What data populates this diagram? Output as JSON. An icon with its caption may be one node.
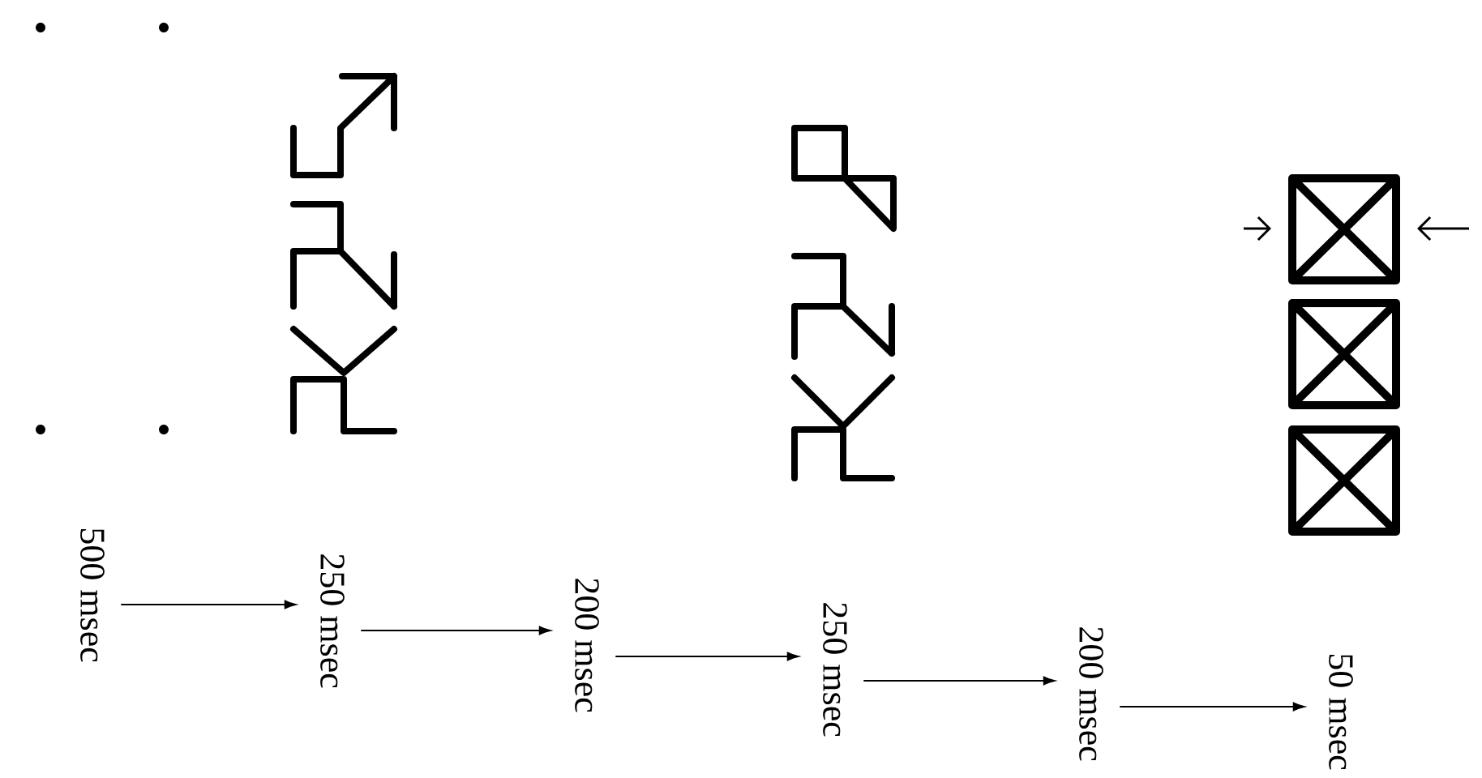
{
  "diagram": {
    "nodes": [
      {
        "text": [
          "500 msec"
        ]
      },
      {
        "text": [
          "250 msec"
        ]
      },
      {
        "text": [
          "200 msec"
        ]
      },
      {
        "text": [
          "250 msec"
        ]
      },
      {
        "text": [
          "200 msec"
        ]
      },
      {
        "text": [
          "50 msec"
        ]
      }
    ],
    "edges": [
      {
        "from": 0,
        "to": 1,
        "arrow": "to"
      },
      {
        "from": 1,
        "to": 2,
        "arrow": "to"
      },
      {
        "from": 2,
        "to": 3,
        "arrow": "to"
      },
      {
        "from": 3,
        "to": 4,
        "arrow": "to"
      },
      {
        "from": 4,
        "to": 5,
        "arrow": "to"
      }
    ]
  }
}
